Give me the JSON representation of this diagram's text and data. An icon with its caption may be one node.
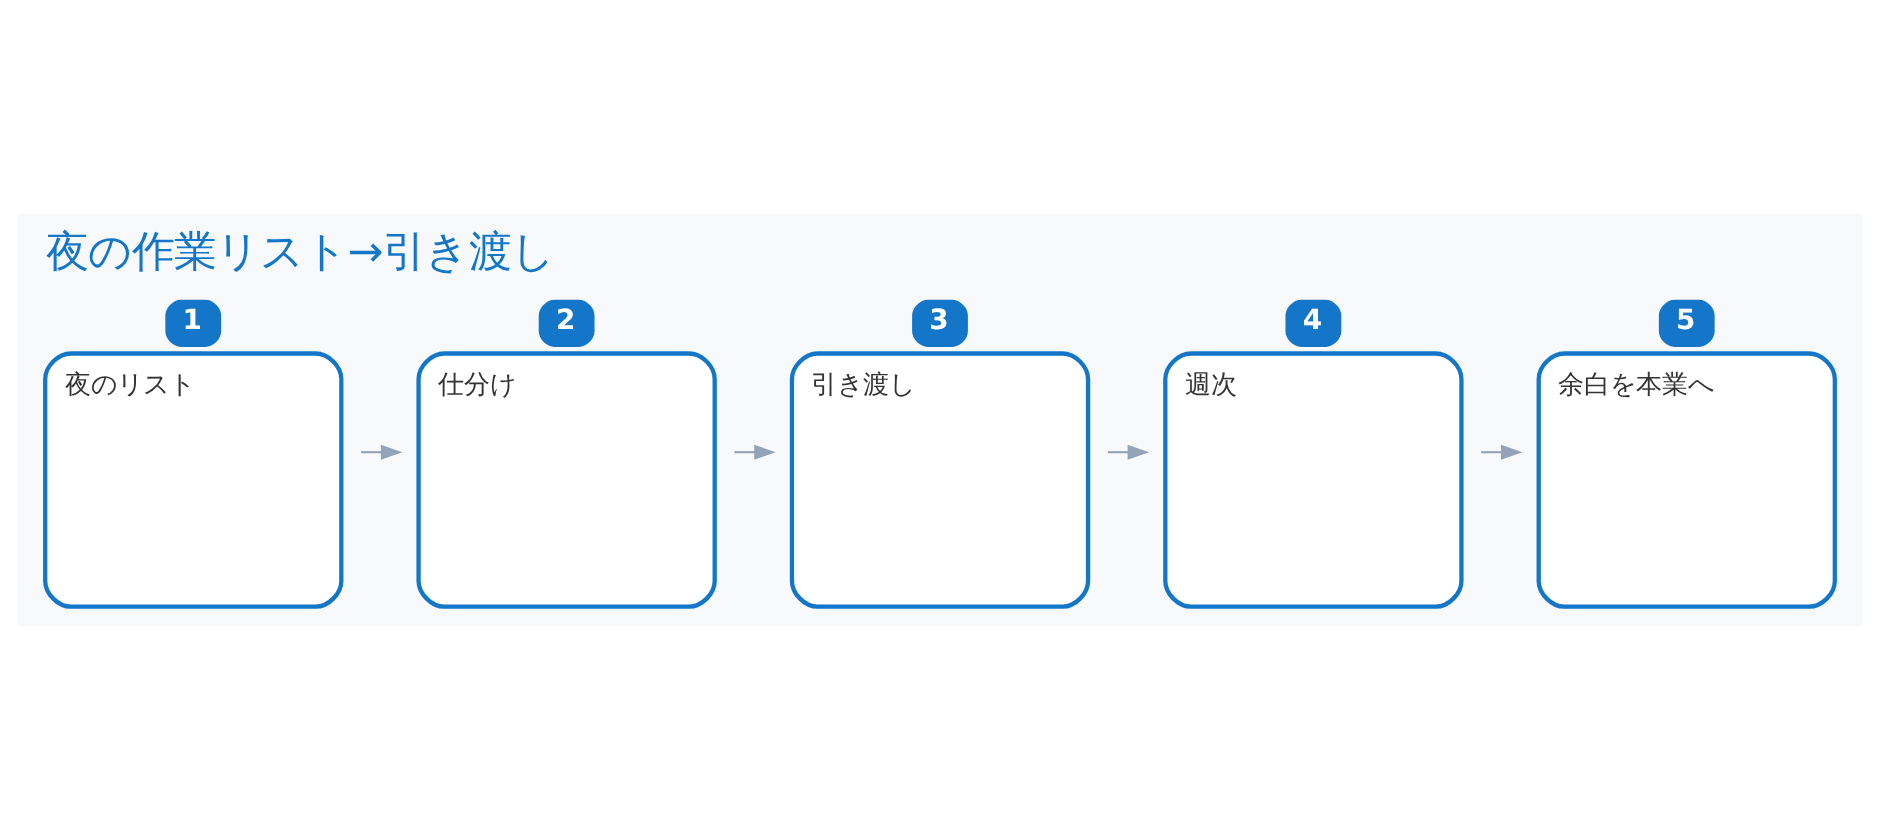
{
  "diagram": {
    "title": "夜の作業リスト→引き渡し",
    "nodes": [
      {
        "text": [
          "夜のリスト"
        ],
        "beside": [
          "1"
        ]
      },
      {
        "text": [
          "仕分け"
        ],
        "beside": [
          "2"
        ]
      },
      {
        "text": [
          "引き渡し"
        ],
        "beside": [
          "3"
        ]
      },
      {
        "text": [
          "週次"
        ],
        "beside": [
          "4"
        ]
      },
      {
        "text": [
          "余白を本業へ"
        ],
        "beside": [
          "5"
        ]
      }
    ],
    "edges": [
      {
        "from": 0,
        "to": 1,
        "arrow": "to"
      },
      {
        "from": 1,
        "to": 2,
        "arrow": "to"
      },
      {
        "from": 2,
        "to": 3,
        "arrow": "to"
      },
      {
        "from": 3,
        "to": 4,
        "arrow": "to"
      }
    ]
  }
}
